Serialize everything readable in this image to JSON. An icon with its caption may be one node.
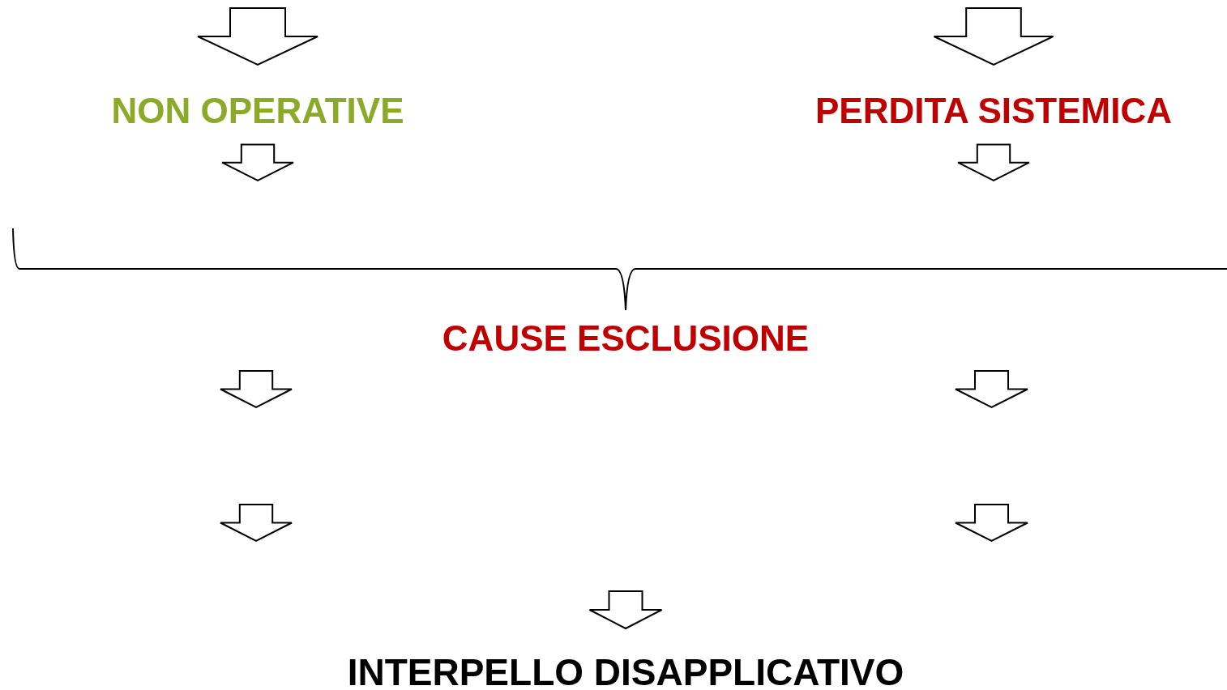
{
  "diagram": {
    "nodes": [
      {
        "text": [
          "NON OPERATIVE"
        ]
      },
      {
        "text": [
          "PERDITA SISTEMICA"
        ]
      },
      {
        "text": [
          "CAUSE ESCLUSIONE"
        ]
      },
      {
        "text": [
          "INTERPELLO DISAPPLICATIVO"
        ]
      }
    ],
    "edges": [
      {
        "from": null,
        "to": 0,
        "arrow": "to"
      },
      {
        "from": null,
        "to": 1,
        "arrow": "to"
      },
      {
        "from": 0,
        "to": 2,
        "arrow": "to"
      },
      {
        "from": 1,
        "to": 2,
        "arrow": "to"
      },
      {
        "from": null,
        "to": 3,
        "arrow": "to"
      }
    ]
  }
}
